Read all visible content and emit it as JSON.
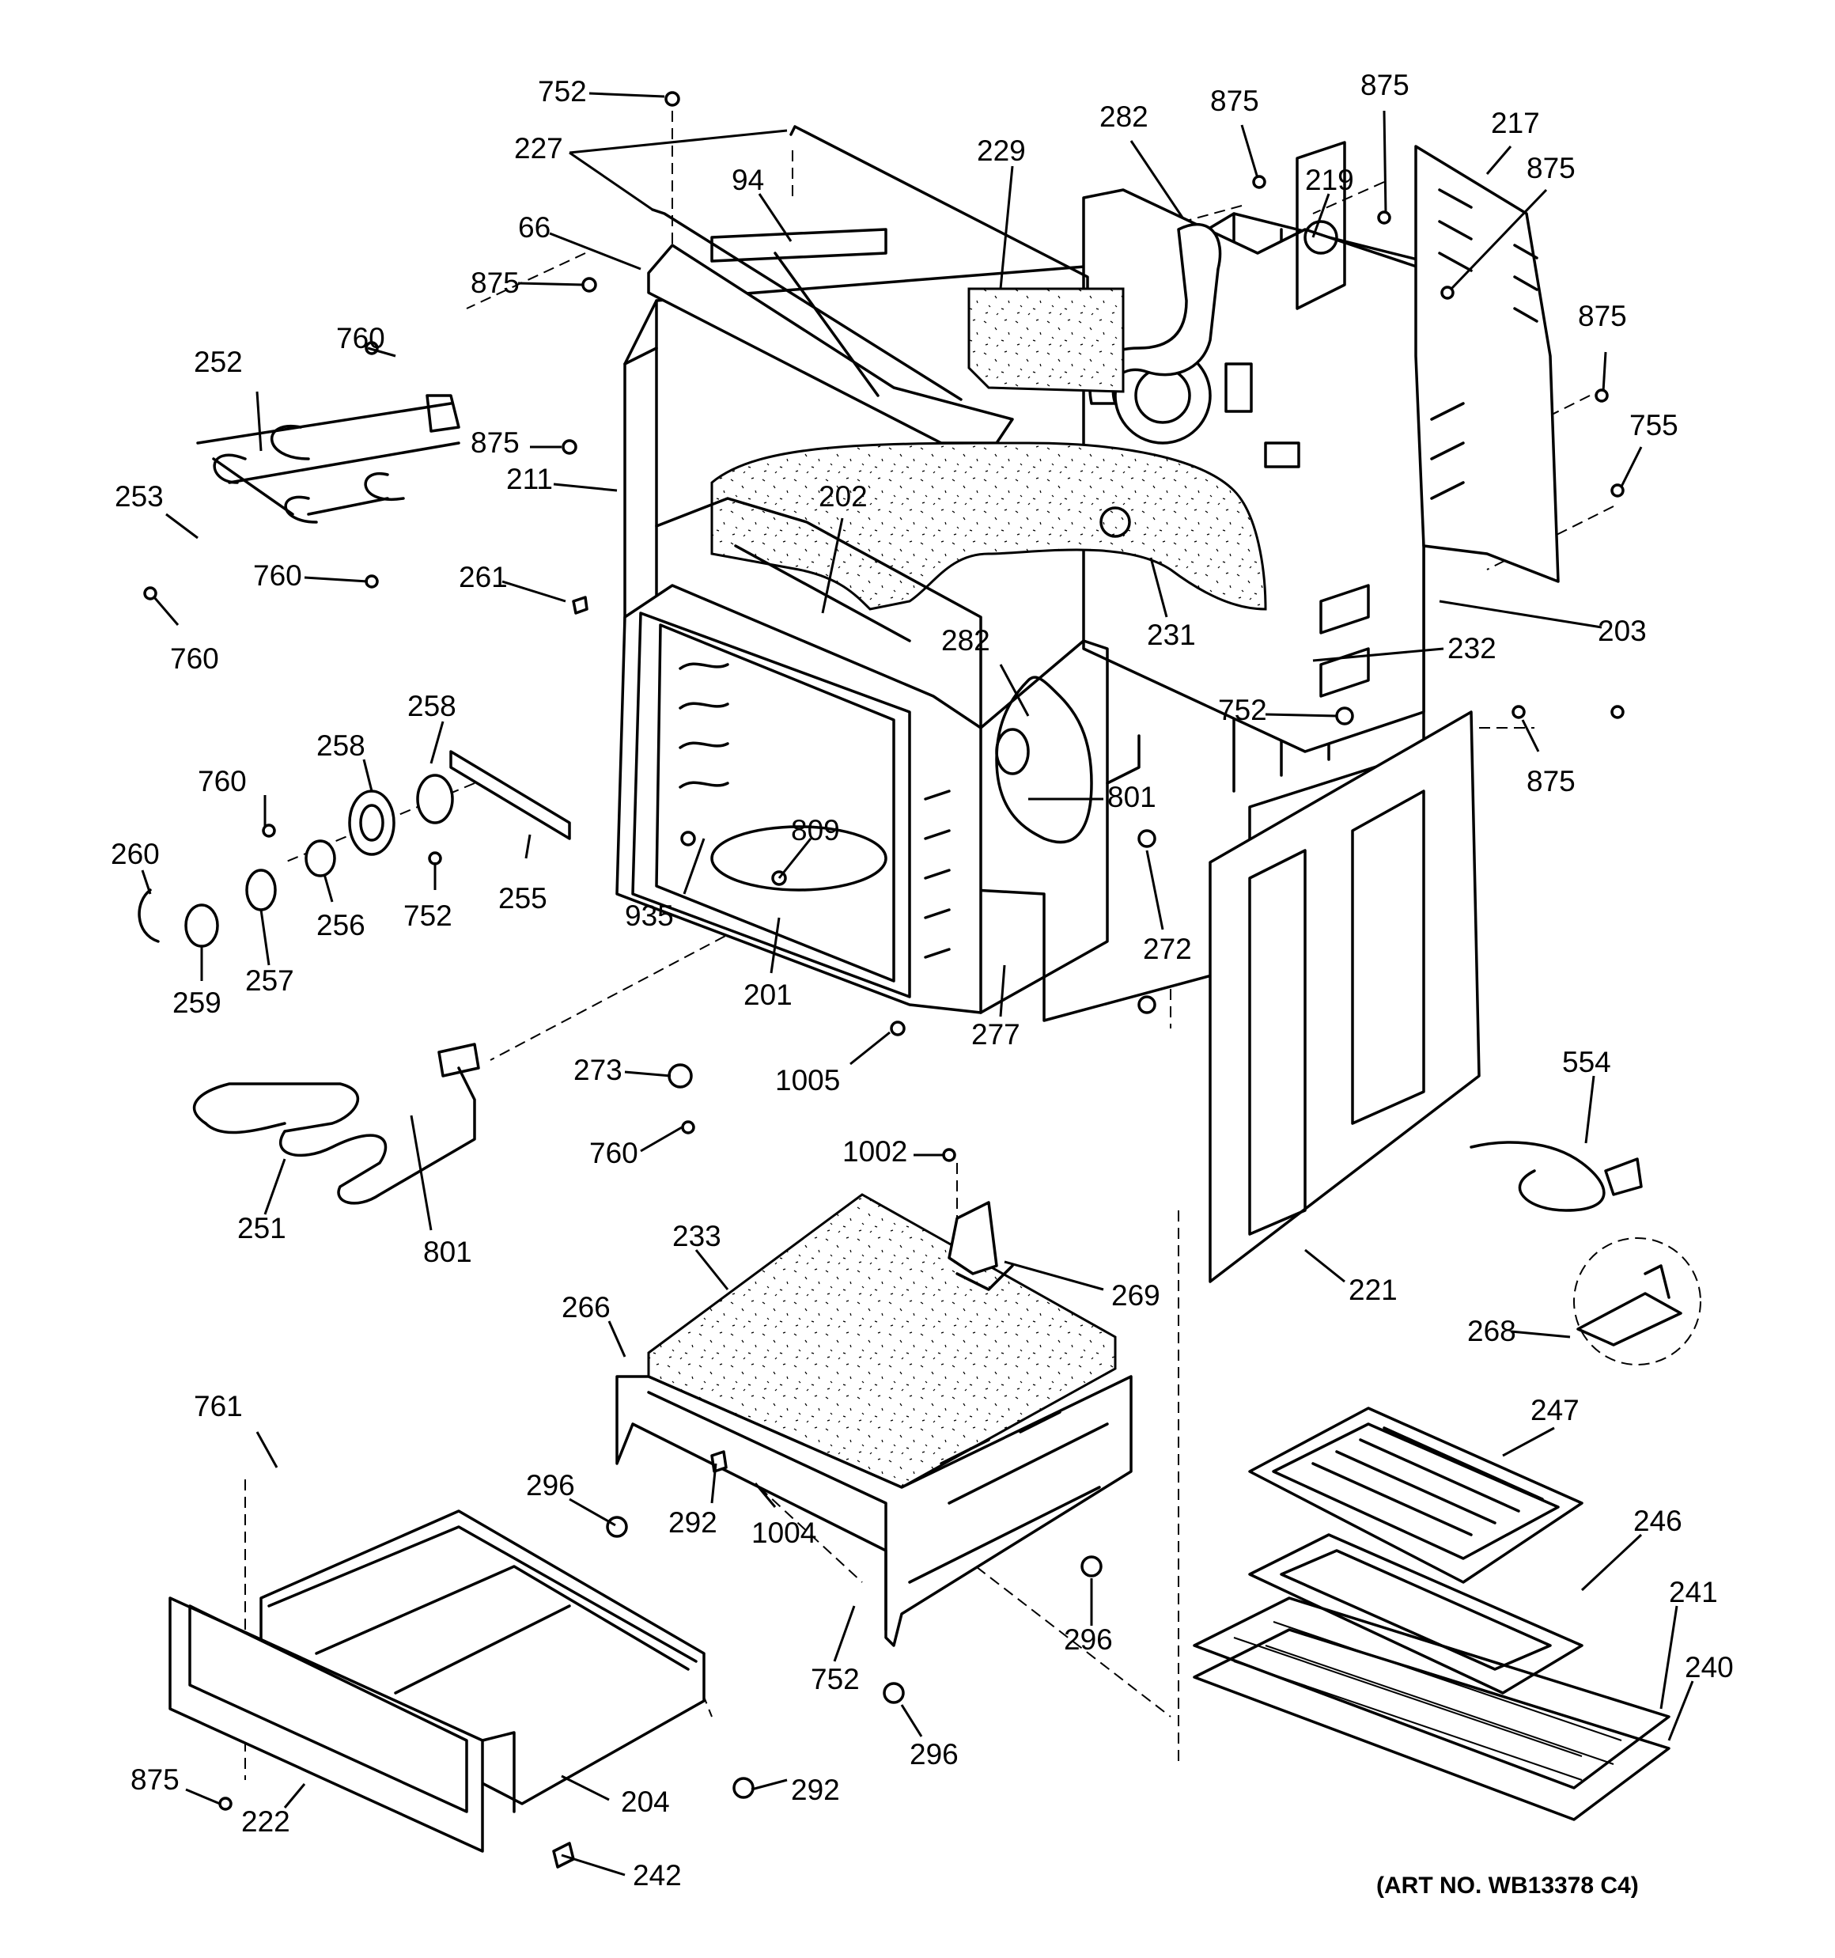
{
  "diagram": {
    "art_number": "(ART NO. WB13378 C4)",
    "labels": {
      "p752a": "752",
      "p227": "227",
      "p94": "94",
      "p66": "66",
      "p229": "229",
      "p282a": "282",
      "p875a": "875",
      "p875b": "875",
      "p219": "219",
      "p217": "217",
      "p875c": "875",
      "p875d": "875",
      "p755": "755",
      "p875e": "875",
      "p760a": "760",
      "p252": "252",
      "p875f": "875",
      "p211": "211",
      "p202": "202",
      "p253": "253",
      "p760b": "760",
      "p261": "261",
      "p231": "231",
      "p203": "203",
      "p760c": "760",
      "p232": "232",
      "p282b": "282",
      "p752b": "752",
      "p875g": "875",
      "p258a": "258",
      "p258b": "258",
      "p801a": "801",
      "p760d": "760",
      "p809": "809",
      "p260": "260",
      "p255": "255",
      "p752c": "752",
      "p256": "256",
      "p935": "935",
      "p272": "272",
      "p257": "257",
      "p259": "259",
      "p201": "201",
      "p277": "277",
      "p273": "273",
      "p1005": "1005",
      "p554": "554",
      "p760e": "760",
      "p1002": "1002",
      "p233": "233",
      "p251": "251",
      "p801b": "801",
      "p269": "269",
      "p221": "221",
      "p266": "266",
      "p268": "268",
      "p761": "761",
      "p247": "247",
      "p296a": "296",
      "p292a": "292",
      "p1004": "1004",
      "p246": "246",
      "p241": "241",
      "p296b": "296",
      "p240": "240",
      "p752d": "752",
      "p296c": "296",
      "p292b": "292",
      "p875h": "875",
      "p222": "222",
      "p204": "204",
      "p242": "242"
    }
  }
}
